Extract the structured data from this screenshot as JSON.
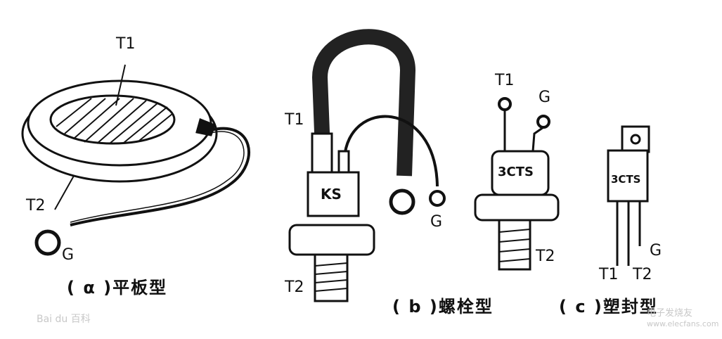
{
  "labels": {
    "a_t1": "T1",
    "a_t2": "T2",
    "a_g": "G",
    "b_t1": "T1",
    "b_t2": "T2",
    "b_g": "G",
    "b_body": "KS",
    "c1_t1": "T1",
    "c1_g": "G",
    "c1_t2": "T2",
    "c1_body": "3CTS",
    "c2_body": "3CTS",
    "c2_g": "G",
    "c2_t1": "T1",
    "c2_t2": "T2"
  },
  "captions": {
    "a": "( α )平板型",
    "b": "( b )螺栓型",
    "c": "( c )塑封型"
  },
  "watermarks": {
    "left": "Bai du 百科",
    "right": "电子发烧友",
    "right_url": "www.elecfans.com"
  },
  "colors": {
    "ink": "#111111",
    "paper": "#ffffff",
    "watermark": "#c8c8c8"
  }
}
